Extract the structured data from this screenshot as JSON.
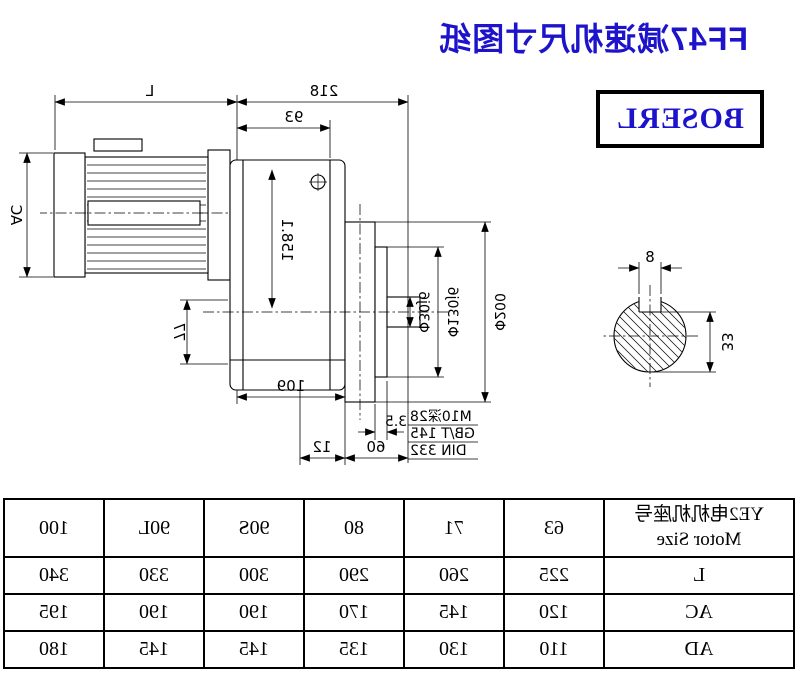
{
  "title": "FF47减速机尺寸图纸",
  "logo": "BOSERL",
  "colors": {
    "accent_blue": "#1c13cb",
    "line": "#000000"
  },
  "drawing": {
    "dim_L": "L",
    "dim_218": "218",
    "dim_93": "93",
    "dim_AC": "AC",
    "dim_158": "158.1",
    "dim_77": "77",
    "dim_109": "109",
    "dim_3_5": "3.5",
    "dim_60": "60",
    "dim_12": "12",
    "thread_line1": "M10深28",
    "thread_line2": "GB/T 145",
    "thread_line3": "DIN 332",
    "dia_shaft": "Φ30j6",
    "dia_spigot": "Φ130j6",
    "dia_flange": "Φ200",
    "key_width": "8",
    "section_height": "33"
  },
  "table": {
    "header_zh": "YE2电机机座号",
    "header_en": "Motor Size",
    "sizes": [
      "63",
      "71",
      "80",
      "90S",
      "90L",
      "100"
    ],
    "rows": [
      {
        "label": "L",
        "values": [
          "225",
          "260",
          "290",
          "300",
          "330",
          "340"
        ]
      },
      {
        "label": "AC",
        "values": [
          "120",
          "145",
          "170",
          "190",
          "190",
          "195"
        ]
      },
      {
        "label": "AD",
        "values": [
          "110",
          "130",
          "135",
          "145",
          "145",
          "180"
        ]
      }
    ]
  }
}
